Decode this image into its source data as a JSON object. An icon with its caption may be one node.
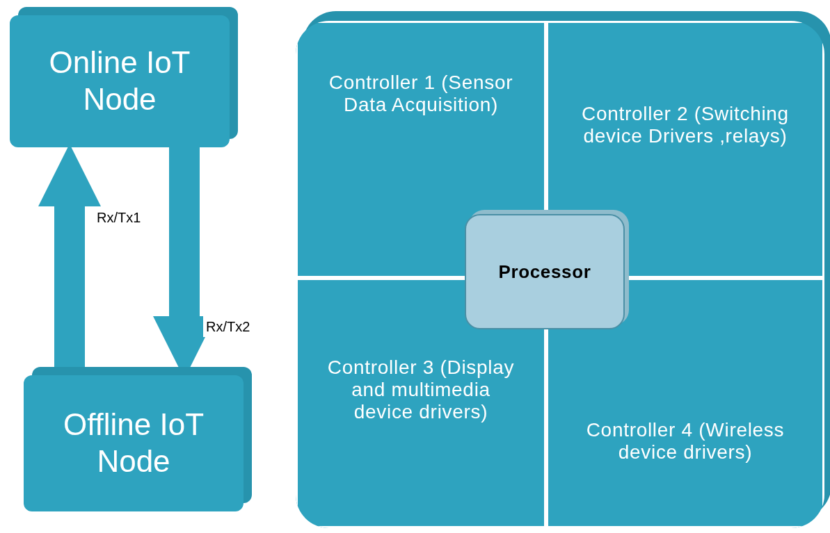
{
  "diagram": {
    "nodes": [
      {
        "text": [
          "Online IoT Node"
        ]
      },
      {
        "text": [
          "Offline IoT Node"
        ]
      },
      {
        "text": [],
        "shape": "box"
      },
      {
        "text": [
          "Controller 1 (Sensor Data Acquisition)"
        ],
        "in": 2
      },
      {
        "text": [
          "Controller 2 (Switching device Drivers ,relays)"
        ],
        "in": 2
      },
      {
        "text": [
          "Processor"
        ],
        "in": 2
      },
      {
        "text": [
          "Controller 3 (Display and multimedia device drivers)"
        ],
        "in": 2
      },
      {
        "text": [
          "Controller 4 (Wireless device drivers)"
        ],
        "in": 2
      }
    ],
    "edges": [
      {
        "from": 1,
        "to": 0,
        "arrow": "to",
        "label": "Rx/Tx1"
      },
      {
        "from": 0,
        "to": 1,
        "arrow": "to",
        "label": "Rx/Tx2"
      }
    ]
  }
}
